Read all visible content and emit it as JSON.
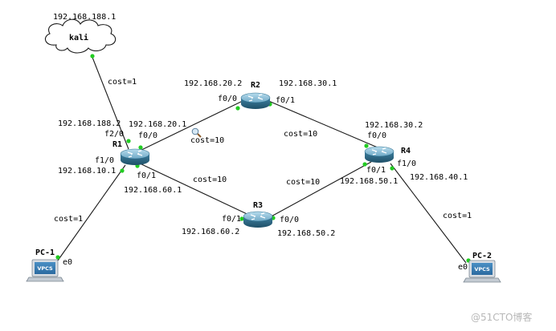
{
  "colors": {
    "link": "#1a1a1a",
    "port_dot": "#22cc22",
    "router_body": "#2e6f8e",
    "router_top": "#8fc4dc",
    "cloud_fill": "#ffffff",
    "watermark": "#b8b8b8"
  },
  "nodes": {
    "kali": {
      "label": "kali",
      "icon": "cloud-icon",
      "ip": "192.168.188.1"
    },
    "r1": {
      "label": "R1",
      "icon": "router-icon"
    },
    "r2": {
      "label": "R2",
      "icon": "router-icon"
    },
    "r3": {
      "label": "R3",
      "icon": "router-icon"
    },
    "r4": {
      "label": "R4",
      "icon": "router-icon"
    },
    "pc1": {
      "label": "PC-1",
      "icon": "vpcs-icon",
      "screen": "VPCS",
      "port": "e0"
    },
    "pc2": {
      "label": "PC-2",
      "icon": "vpcs-icon",
      "screen": "VPCS",
      "port": "e0"
    }
  },
  "labels": {
    "r1_f2_0_ip": "192.168.188.2",
    "r1_f2_0": "f2/0",
    "r1_f0_0_ip": "192.168.20.1",
    "r1_f0_0": "f0/0",
    "r1_f1_0": "f1/0",
    "r1_f1_0_ip": "192.168.10.1",
    "r1_f0_1": "f0/1",
    "r1_f0_1_ip": "192.168.60.1",
    "r2_f0_0_ip": "192.168.20.2",
    "r2_f0_0": "f0/0",
    "r2_f0_1_ip": "192.168.30.1",
    "r2_f0_1": "f0/1",
    "r3_f0_1": "f0/1",
    "r3_f0_1_ip": "192.168.60.2",
    "r3_f0_0": "f0/0",
    "r3_f0_0_ip": "192.168.50.2",
    "r4_f0_0_ip": "192.168.30.2",
    "r4_f0_0": "f0/0",
    "r4_f0_1": "f0/1",
    "r4_f0_1_ip": "192.168.50.1",
    "r4_f1_0": "f1/0",
    "r4_f1_0_ip": "192.168.40.1"
  },
  "links": {
    "kali_r1": {
      "cost": "cost=1"
    },
    "r1_r2": {
      "cost": "cost=10"
    },
    "r1_r3": {
      "cost": "cost=10"
    },
    "r2_r4": {
      "cost": "cost=10"
    },
    "r3_r4": {
      "cost": "cost=10"
    },
    "r1_pc1": {
      "cost": "cost=1"
    },
    "r4_pc2": {
      "cost": "cost=1"
    }
  },
  "watermark": "@51CTO博客"
}
